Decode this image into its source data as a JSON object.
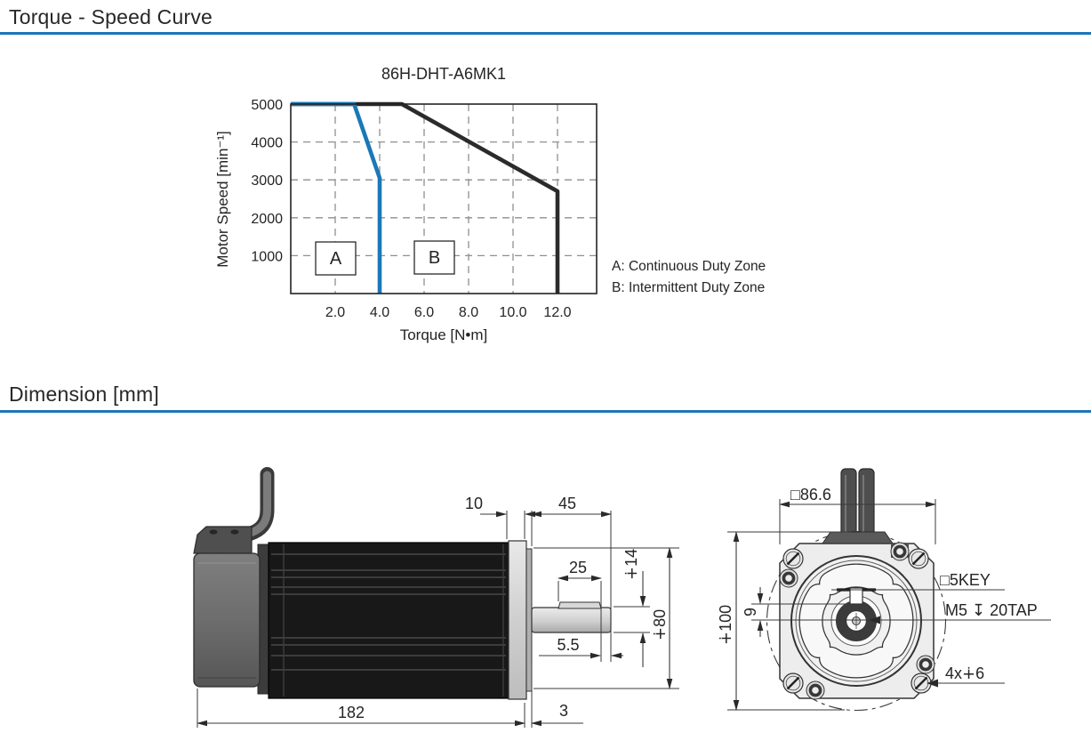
{
  "page": {
    "section1_title": "Torque - Speed Curve",
    "section2_title": "Dimension [mm]",
    "accent_color": "#1b75bb"
  },
  "chart_data": {
    "type": "line",
    "title": "86H-DHT-A6MK1",
    "xlabel": "Torque [N•m]",
    "ylabel": "Motor Speed [min⁻¹]",
    "xlim": [
      0,
      13.8
    ],
    "ylim": [
      0,
      5000
    ],
    "grid": true,
    "x_ticks": [
      "2.0",
      "4.0",
      "6.0",
      "8.0",
      "10.0",
      "12.0"
    ],
    "y_ticks": [
      "5000",
      "4000",
      "3000",
      "2000",
      "1000"
    ],
    "series": [
      {
        "name": "B: Intermittent Duty Zone",
        "color": "#2b2b2b",
        "points": [
          [
            0,
            5000
          ],
          [
            5.0,
            5000
          ],
          [
            12.0,
            2700
          ],
          [
            12.0,
            0
          ]
        ]
      },
      {
        "name": "A: Continuous Duty Zone",
        "color": "#1b78b7",
        "points": [
          [
            0,
            5000
          ],
          [
            2.85,
            5000
          ],
          [
            4.0,
            3050
          ],
          [
            4.0,
            0
          ]
        ]
      }
    ],
    "zone_labels": [
      {
        "label": "A",
        "x": 2.0,
        "y": 950
      },
      {
        "label": "B",
        "x": 6.45,
        "y": 950
      }
    ],
    "legend": [
      "A: Continuous Duty Zone",
      "B: Intermittent Duty Zone"
    ],
    "legend_position": "right-of-plot"
  },
  "side_view": {
    "labels": {
      "flange_thickness": "10",
      "shaft_length": "45",
      "key_length": "25",
      "shaft_dia": "∔14",
      "pilot_dia": "∔80",
      "key_end": "5.5",
      "body_length": "182",
      "boss_length": "3"
    }
  },
  "front_view": {
    "labels": {
      "flange_size": "□86.6",
      "outer_dia": "∔100",
      "key_offset": "9",
      "key_spec": "□5KEY",
      "tap_spec": "M5 ↧ 20TAP",
      "mount_holes": "4x∔6"
    }
  }
}
